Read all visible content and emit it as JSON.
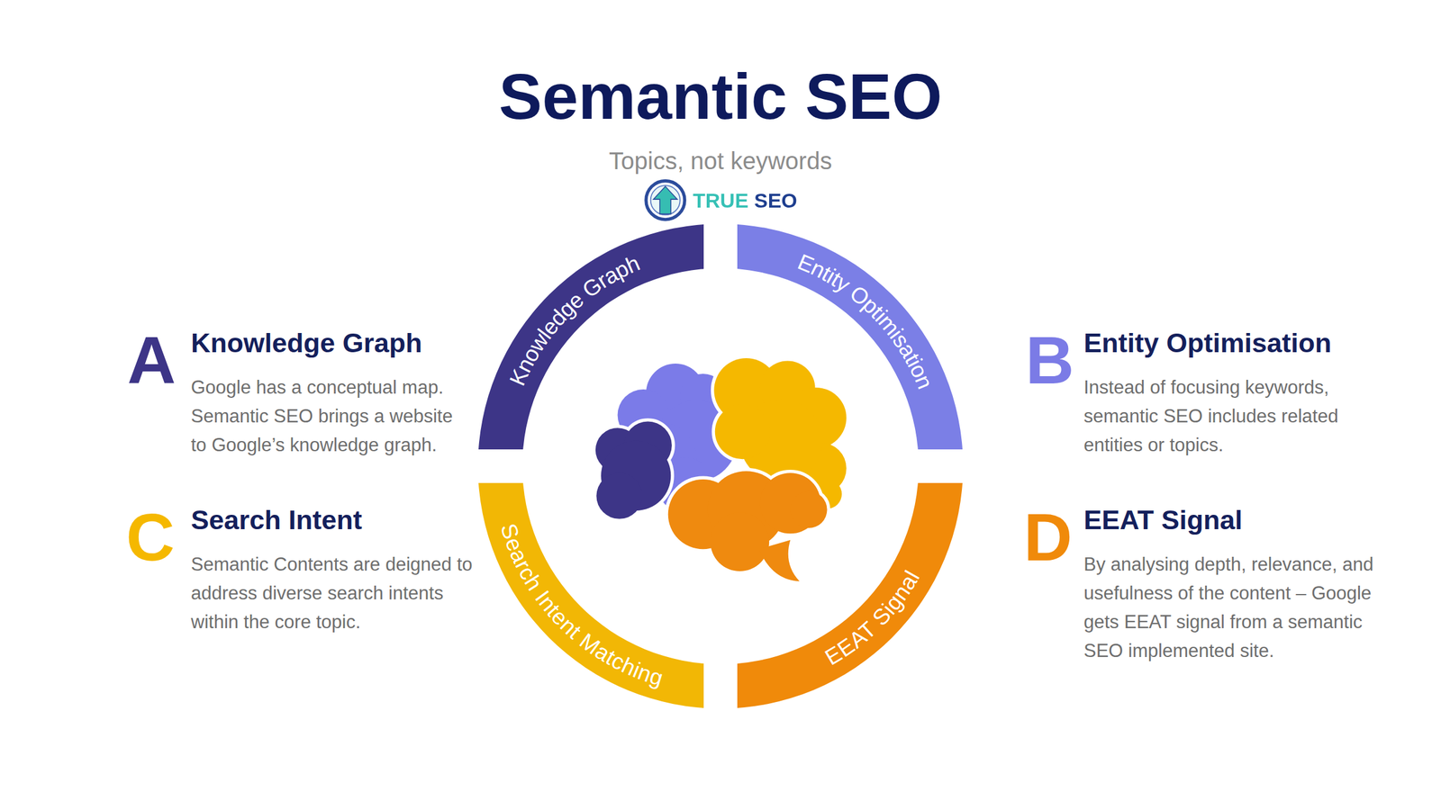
{
  "diagram": {
    "title": "Semantic SEO",
    "nodes": [
      {
        "text": [
          "Knowledge Graph"
        ]
      },
      {
        "text": [
          "Entity Optimisation"
        ]
      },
      {
        "text": [
          "Search Intent Matching"
        ]
      },
      {
        "text": [
          "EEAT Signal"
        ]
      }
    ],
    "labels": [
      "Topics, not keywords",
      "TRUE SEO",
      "A",
      "Knowledge Graph",
      "Google has a conceptual map. Semantic SEO brings a website to Google’s knowledge graph.",
      "B",
      "Entity Optimisation",
      "Instead of focusing keywords, semantic SEO includes related entities or topics.",
      "C",
      "Search Intent",
      "Semantic Contents are deigned to address diverse search intents within the core topic.",
      "D",
      "EEAT Signal",
      "By analysing depth, relevance, and usefulness of the content – Google gets EEAT signal from a semantic SEO implemented site."
    ]
  }
}
